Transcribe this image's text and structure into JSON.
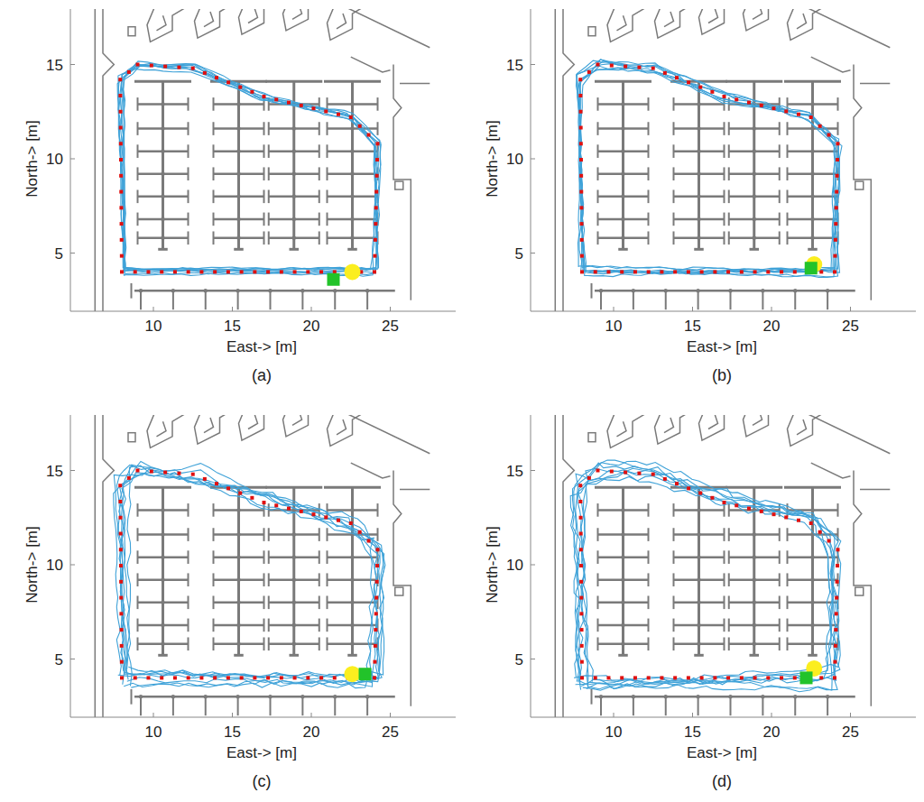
{
  "diagram": {
    "labels": [
      "North-> [m]",
      "15",
      "10",
      "5",
      "East-> [m]",
      "10",
      "15",
      "20",
      "25",
      "(a)",
      "North-> [m]",
      "15",
      "10",
      "5",
      "East-> [m]",
      "10",
      "15",
      "20",
      "25",
      "(b)",
      "North-> [m]",
      "15",
      "10",
      "5",
      "East-> [m]",
      "10",
      "15",
      "20",
      "25",
      "(c)",
      "North-> [m]",
      "15",
      "10",
      "5",
      "East-> [m]",
      "10",
      "15",
      "20",
      "25",
      "(d)"
    ]
  }
}
